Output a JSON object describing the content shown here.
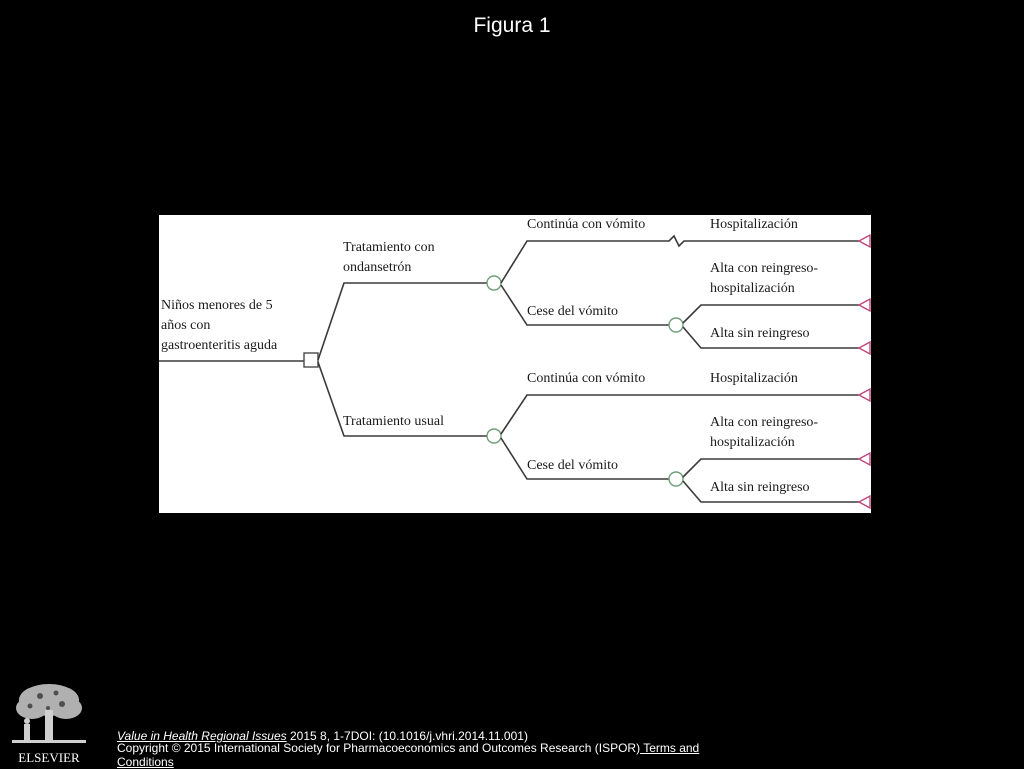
{
  "slide": {
    "title": "Figura 1"
  },
  "diagram": {
    "root_label": [
      "Niños menores de 5",
      "años con",
      "gastroenteritis aguda"
    ],
    "arm_top_label": [
      "Tratamiento con",
      "ondansetrón"
    ],
    "arm_bottom_label": [
      "Tratamiento usual"
    ],
    "top_continue_label": "Continúa con vómito",
    "top_cease_label": "Cese del vómito",
    "bottom_continue_label": "Continúa con vómito",
    "bottom_cease_label": "Cese del vómito",
    "top_hosp_label": "Hospitalización",
    "top_readmit_label": [
      "Alta con reingreso-",
      "hospitalización"
    ],
    "top_noreadmit_label": "Alta sin reingreso",
    "bottom_hosp_label": "Hospitalización",
    "bottom_readmit_label": [
      "Alta con reingreso-",
      "hospitalización"
    ],
    "bottom_noreadmit_label": "Alta sin reingreso",
    "colors": {
      "chance_node": "#6f9e78",
      "terminal_node": "#c0437a",
      "branch": "#3a3a3a"
    }
  },
  "footer": {
    "publisher_logo": "ELSEVIER",
    "journal": "Value in Health Regional Issues",
    "citation_rest": " 2015 8, 1-7DOI: (10.1016/j.vhri.2014.11.001)",
    "copyright": "Copyright © 2015 International Society for Pharmacoeconomics and Outcomes Research (ISPOR)",
    "terms_link": " Terms and Conditions"
  }
}
